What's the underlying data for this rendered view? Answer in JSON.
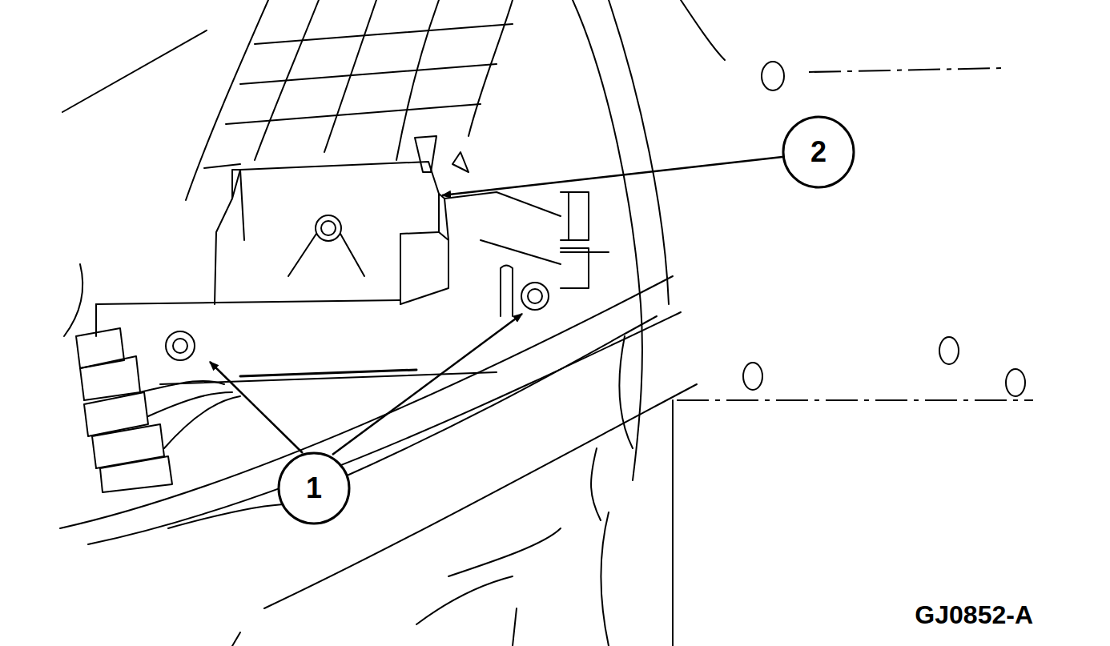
{
  "diagram": {
    "labels": [
      "1",
      "2",
      "GJ0852-A"
    ]
  }
}
